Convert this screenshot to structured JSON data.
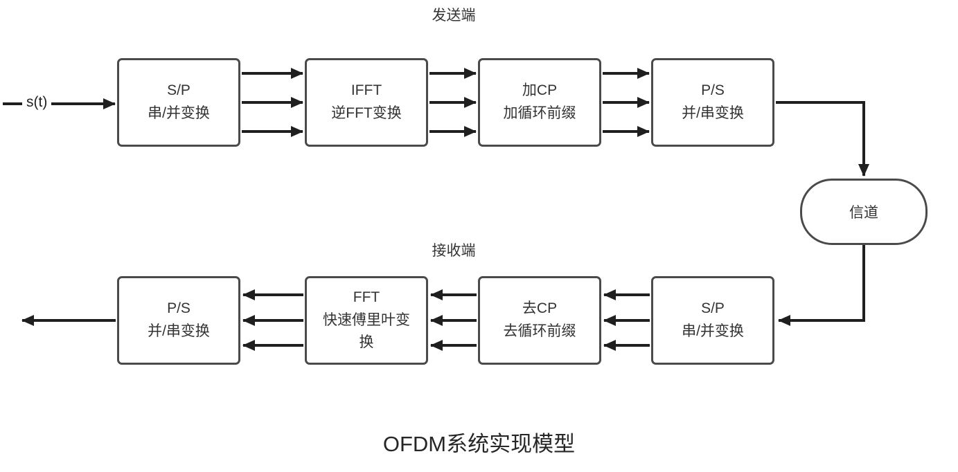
{
  "labels": {
    "transmitter": "发送端",
    "receiver": "接收端",
    "input_signal": "s(t)",
    "channel": "信道",
    "title": "OFDM系统实现模型"
  },
  "tx_blocks": [
    {
      "line1": "S/P",
      "line2": "串/并变换"
    },
    {
      "line1": "IFFT",
      "line2": "逆FFT变换"
    },
    {
      "line1": "加CP",
      "line2": "加循环前缀"
    },
    {
      "line1": "P/S",
      "line2": "并/串变换"
    }
  ],
  "rx_blocks": [
    {
      "line1": "P/S",
      "line2": "并/串变换"
    },
    {
      "line1": "FFT",
      "line2": "快速傅里叶变换"
    },
    {
      "line1": "去CP",
      "line2": "去循环前缀"
    },
    {
      "line1": "S/P",
      "line2": "串/并变换"
    }
  ]
}
